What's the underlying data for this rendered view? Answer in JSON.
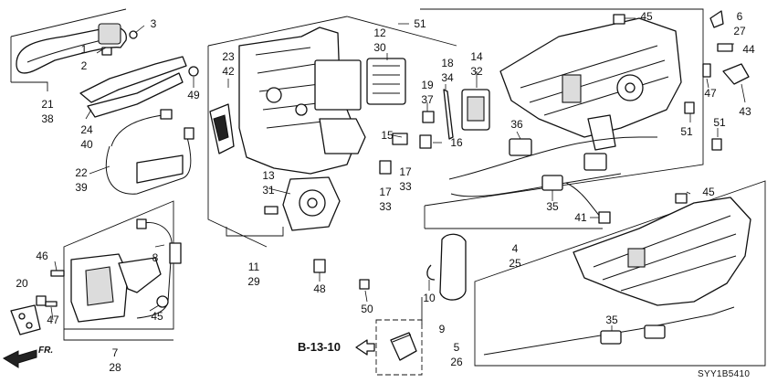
{
  "diagram_code": "SYY1B5410",
  "reference_label": "B-13-10",
  "front_label": "FR.",
  "part_numbers": [
    {
      "id": "p1",
      "text": "1"
    },
    {
      "id": "p2",
      "text": "2"
    },
    {
      "id": "p3",
      "text": "3"
    },
    {
      "id": "p21",
      "text": "21"
    },
    {
      "id": "p38",
      "text": "38"
    },
    {
      "id": "p49",
      "text": "49"
    },
    {
      "id": "p24",
      "text": "24"
    },
    {
      "id": "p40",
      "text": "40"
    },
    {
      "id": "p22",
      "text": "22"
    },
    {
      "id": "p39",
      "text": "39"
    },
    {
      "id": "p23",
      "text": "23"
    },
    {
      "id": "p42",
      "text": "42"
    },
    {
      "id": "p12",
      "text": "12"
    },
    {
      "id": "p30",
      "text": "30"
    },
    {
      "id": "p51a",
      "text": "51"
    },
    {
      "id": "p14",
      "text": "14"
    },
    {
      "id": "p32",
      "text": "32"
    },
    {
      "id": "p18",
      "text": "18"
    },
    {
      "id": "p34",
      "text": "34"
    },
    {
      "id": "p19",
      "text": "19"
    },
    {
      "id": "p37",
      "text": "37"
    },
    {
      "id": "p15",
      "text": "15"
    },
    {
      "id": "p16",
      "text": "16"
    },
    {
      "id": "p17a",
      "text": "17"
    },
    {
      "id": "p33a",
      "text": "33"
    },
    {
      "id": "p17b",
      "text": "17"
    },
    {
      "id": "p33b",
      "text": "33"
    },
    {
      "id": "p13",
      "text": "13"
    },
    {
      "id": "p31",
      "text": "31"
    },
    {
      "id": "p11",
      "text": "11"
    },
    {
      "id": "p29",
      "text": "29"
    },
    {
      "id": "p48",
      "text": "48"
    },
    {
      "id": "p50",
      "text": "50"
    },
    {
      "id": "p10",
      "text": "10"
    },
    {
      "id": "p9",
      "text": "9"
    },
    {
      "id": "p45a",
      "text": "45"
    },
    {
      "id": "p6",
      "text": "6"
    },
    {
      "id": "p27",
      "text": "27"
    },
    {
      "id": "p44",
      "text": "44"
    },
    {
      "id": "p47a",
      "text": "47"
    },
    {
      "id": "p43",
      "text": "43"
    },
    {
      "id": "p51b",
      "text": "51"
    },
    {
      "id": "p51c",
      "text": "51"
    },
    {
      "id": "p36",
      "text": "36"
    },
    {
      "id": "p35a",
      "text": "35"
    },
    {
      "id": "p41",
      "text": "41"
    },
    {
      "id": "p4",
      "text": "4"
    },
    {
      "id": "p25",
      "text": "25"
    },
    {
      "id": "p45b",
      "text": "45"
    },
    {
      "id": "p35b",
      "text": "35"
    },
    {
      "id": "p5",
      "text": "5"
    },
    {
      "id": "p26",
      "text": "26"
    },
    {
      "id": "p46",
      "text": "46"
    },
    {
      "id": "p8",
      "text": "8"
    },
    {
      "id": "p20",
      "text": "20"
    },
    {
      "id": "p47b",
      "text": "47"
    },
    {
      "id": "p45c",
      "text": "45"
    },
    {
      "id": "p7",
      "text": "7"
    },
    {
      "id": "p28",
      "text": "28"
    }
  ]
}
